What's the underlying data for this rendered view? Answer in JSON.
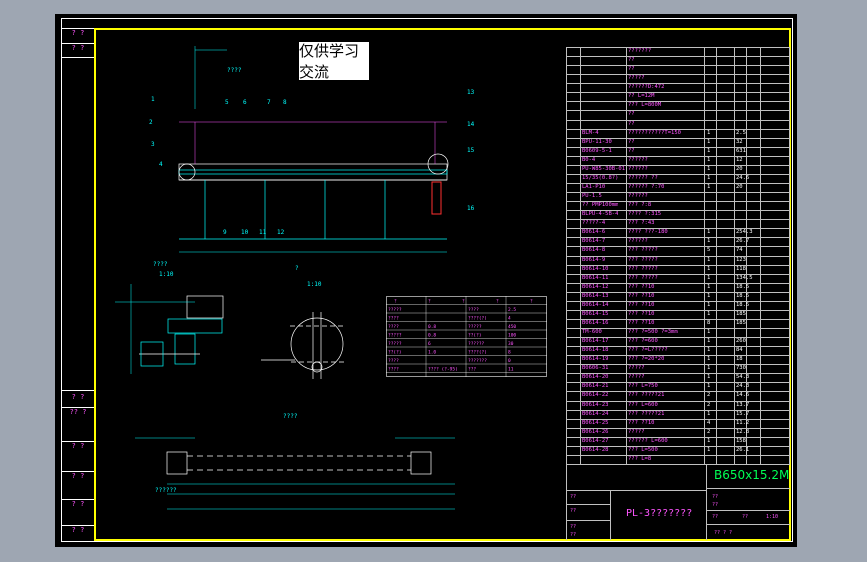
{
  "stamp": {
    "text": "仅供学习交流"
  },
  "left_column": {
    "top": [
      "? ?",
      "? ?"
    ],
    "bottom": [
      "? ?",
      "?? ?",
      "? ?",
      "? ?",
      "? ?",
      "? ?"
    ]
  },
  "drawing": {
    "elevation_labels": [
      "1",
      "2",
      "3",
      "4",
      "5",
      "6",
      "7",
      "8",
      "9",
      "10",
      "11",
      "12",
      "13",
      "14",
      "15",
      "16"
    ],
    "detail_a_label": "????",
    "detail_a_scale": "1:10",
    "detail_b_scale": "1:10",
    "detail_c_label": "????",
    "plan_bottom_label": "??????",
    "top_label": "????"
  },
  "spec_table": {
    "header": [
      "?",
      "?",
      "?",
      "?",
      "?"
    ],
    "rows": [
      [
        "?????",
        "",
        "????",
        "2.5"
      ],
      [
        "????",
        "",
        "????(?)",
        "4"
      ],
      [
        "????",
        "0.8",
        "?????",
        "450"
      ],
      [
        "?????",
        "0.8",
        "??(?)",
        "100"
      ],
      [
        "?????",
        "6",
        "??????",
        "30"
      ],
      [
        "??(?)",
        "1.0",
        "????(?)",
        "8"
      ],
      [
        "????",
        "",
        "???????",
        "0"
      ],
      [
        "????",
        "???? (?-95)",
        "???",
        "11"
      ]
    ]
  },
  "bom": {
    "rows": [
      [
        "",
        "???????",
        "",
        ""
      ],
      [
        "",
        "??",
        "",
        ""
      ],
      [
        "",
        "??",
        "",
        ""
      ],
      [
        "",
        "?????",
        "",
        ""
      ],
      [
        "",
        "??????D:472",
        "",
        ""
      ],
      [
        "",
        "?? L=12M",
        "",
        ""
      ],
      [
        "",
        "??? L=800M",
        "",
        ""
      ],
      [
        "",
        "??",
        "",
        ""
      ],
      [
        "",
        "??",
        "",
        ""
      ],
      [
        "BLM-4",
        "???????????T=150",
        "1",
        "2.5"
      ],
      [
        "BPU-11-30",
        "??",
        "1",
        "32"
      ],
      [
        "B0609-5-1",
        "??",
        "1",
        "631"
      ],
      [
        "B0-4",
        "??????",
        "1",
        "12"
      ],
      [
        "PU-W85-30B-01",
        "??????",
        "1",
        "20"
      ],
      [
        "15/35(0.8?)",
        "?????? ??",
        "1",
        "24.6"
      ],
      [
        "LA1-P10",
        "?????? ?:70",
        "1",
        "20"
      ],
      [
        "PU-1.5",
        "??????",
        "",
        ""
      ],
      [
        "?? PMP100mm",
        "??? ?:8",
        "",
        ""
      ],
      [
        "BLPU-4-5B-4",
        "???? ?:315",
        "",
        ""
      ],
      [
        "?????-4",
        "??? ?:43",
        "",
        ""
      ],
      [
        "B0614-6",
        "???? ???-180",
        "1",
        "254.3"
      ],
      [
        "B0614-7",
        "??????",
        "1",
        "26.7"
      ],
      [
        "B0614-8",
        "??? ?????",
        "5",
        "74"
      ],
      [
        "B0614-9",
        "??? ?????",
        "1",
        "123"
      ],
      [
        "B0614-10",
        "??? ?????",
        "1",
        "118"
      ],
      [
        "B0614-11",
        "??? ?????",
        "1",
        "134.5"
      ],
      [
        "B0614-12",
        "??? ??10",
        "1",
        "18.5"
      ],
      [
        "B0614-13",
        "??? ??10",
        "1",
        "18.5"
      ],
      [
        "B0614-14",
        "??? ??10",
        "1",
        "18.5"
      ],
      [
        "B0614-15",
        "??? ??10",
        "1",
        "185"
      ],
      [
        "B0614-16",
        "??? ??10",
        "8",
        "185"
      ],
      [
        "TM-600",
        "??? ?=500 ?=3mm",
        "1",
        ""
      ],
      [
        "B0614-17",
        "??? ?=600",
        "1",
        "260"
      ],
      [
        "B0614-18",
        "??? ?=L?????",
        "1",
        "84"
      ],
      [
        "B0614-19",
        "??? ?=20*20",
        "1",
        "18"
      ],
      [
        "B0606-31",
        "?????",
        "1",
        "730"
      ],
      [
        "B0614-20",
        "?????",
        "1",
        "54.3"
      ],
      [
        "B0614-21",
        "??? L=750",
        "1",
        "24.3"
      ],
      [
        "B0614-22",
        "??? ?????21",
        "2",
        "14.6"
      ],
      [
        "B0614-23",
        "??? L=600",
        "2",
        "13.7"
      ],
      [
        "B0614-24",
        "??? ?????21",
        "1",
        "15.7"
      ],
      [
        "B0614-25",
        "??? ??10",
        "4",
        "11.2"
      ],
      [
        "B0614-26",
        "?????",
        "2",
        "12.8"
      ],
      [
        "B0614-27",
        "?????? L=600",
        "1",
        "158"
      ],
      [
        "B0614-28",
        "??? L=500",
        "1",
        "26.1"
      ],
      [
        "",
        "??? L=8",
        "",
        ""
      ]
    ]
  },
  "title_block": {
    "spec": "B650x15.2M",
    "drawing_no": "PL-3???????",
    "labels": [
      "??",
      "??",
      "??",
      "??",
      "??",
      "??",
      "??",
      "??"
    ],
    "sheet": "?? ? ?",
    "scale": "1:10"
  }
}
